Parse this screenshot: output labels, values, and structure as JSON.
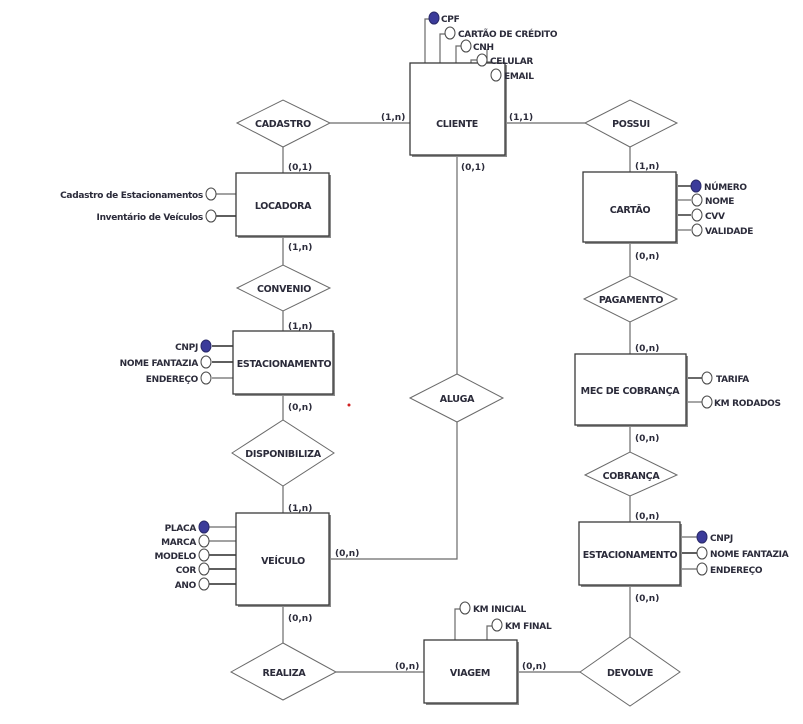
{
  "diagram": {
    "type": "entity-relationship",
    "entities": {
      "cliente": {
        "name": "CLIENTE",
        "attributes": [
          {
            "name": "CPF",
            "key": true
          },
          {
            "name": "CARTÃO DE CRÉDITO",
            "key": false
          },
          {
            "name": "CNH",
            "key": false
          },
          {
            "name": "CELULAR",
            "key": false
          },
          {
            "name": "EMAIL",
            "key": false
          }
        ]
      },
      "locadora": {
        "name": "LOCADORA",
        "attributes": [
          {
            "name": "Cadastro de Estacionamentos",
            "key": false
          },
          {
            "name": "Inventário de Veículos",
            "key": false
          }
        ]
      },
      "estacionamento_left": {
        "name": "ESTACIONAMENTO",
        "attributes": [
          {
            "name": "CNPJ",
            "key": true
          },
          {
            "name": "NOME FANTAZIA",
            "key": false
          },
          {
            "name": "ENDEREÇO",
            "key": false
          }
        ]
      },
      "veiculo": {
        "name": "VEÍCULO",
        "attributes": [
          {
            "name": "PLACA",
            "key": true
          },
          {
            "name": "MARCA",
            "key": false
          },
          {
            "name": "MODELO",
            "key": false
          },
          {
            "name": "COR",
            "key": false
          },
          {
            "name": "ANO",
            "key": false
          }
        ]
      },
      "viagem": {
        "name": "VIAGEM",
        "attributes": [
          {
            "name": "KM INICIAL",
            "key": false
          },
          {
            "name": "KM FINAL",
            "key": false
          }
        ]
      },
      "cartao": {
        "name": "CARTÃO",
        "attributes": [
          {
            "name": "NÚMERO",
            "key": true
          },
          {
            "name": "NOME",
            "key": false
          },
          {
            "name": "CVV",
            "key": false
          },
          {
            "name": "VALIDADE",
            "key": false
          }
        ]
      },
      "mec_cobranca": {
        "name": "MEC DE COBRANÇA",
        "attributes": [
          {
            "name": "TARIFA",
            "key": false
          },
          {
            "name": "KM RODADOS",
            "key": false
          }
        ]
      },
      "estacionamento_right": {
        "name": "ESTACIONAMENTO",
        "attributes": [
          {
            "name": "CNPJ",
            "key": true
          },
          {
            "name": "NOME FANTAZIA",
            "key": false
          },
          {
            "name": "ENDEREÇO",
            "key": false
          }
        ]
      }
    },
    "relationships": {
      "cadastro": {
        "name": "CADASTRO",
        "card_a": "(1,n)",
        "card_b": "(0,1)"
      },
      "possui": {
        "name": "POSSUI",
        "card_a": "(1,1)",
        "card_b": "(1,n)"
      },
      "convenio": {
        "name": "CONVENIO",
        "card_a": "(1,n)",
        "card_b": "(1,n)"
      },
      "aluga": {
        "name": "ALUGA",
        "card_a": "(0,1)",
        "card_b": "(0,n)"
      },
      "disponibiliza": {
        "name": "DISPONIBILIZA",
        "card_a": "(0,n)",
        "card_b": "(1,n)"
      },
      "pagamento": {
        "name": "PAGAMENTO",
        "card_a": "(0,n)",
        "card_b": "(0,n)"
      },
      "cobranca": {
        "name": "COBRANÇA",
        "card_a": "(0,n)",
        "card_b": "(0,n)"
      },
      "realiza": {
        "name": "REALIZA",
        "card_a": "(0,n)",
        "card_b": "(0,n)"
      },
      "devolve": {
        "name": "DEVOLVE",
        "card_a": "(0,n)",
        "card_b": "(0,n)"
      }
    },
    "key_attribute_color": "#3b3b9a"
  }
}
